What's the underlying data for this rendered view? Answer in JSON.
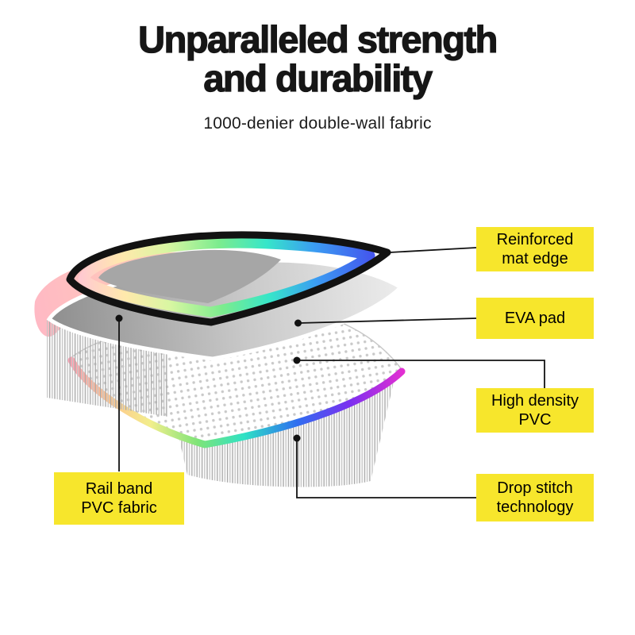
{
  "header": {
    "title_line1": "Unparalleled strength",
    "title_line2": "and durability",
    "subtitle": "1000-denier double-wall fabric"
  },
  "callouts": [
    {
      "id": "reinforced-mat-edge",
      "text": "Reinforced\nmat edge"
    },
    {
      "id": "eva-pad",
      "text": "EVA pad"
    },
    {
      "id": "high-density-pvc",
      "text": "High density\nPVC"
    },
    {
      "id": "drop-stitch-technology",
      "text": "Drop stitch\ntechnology"
    },
    {
      "id": "rail-band-pvc-fabric",
      "text": "Rail band\nPVC fabric"
    }
  ],
  "colors": {
    "label_background": "#F7E62C",
    "title_text": "#161616",
    "connector_line": "#121212",
    "mat_edge": "#121212",
    "eva_pad_gray": "#b5b5b5"
  }
}
